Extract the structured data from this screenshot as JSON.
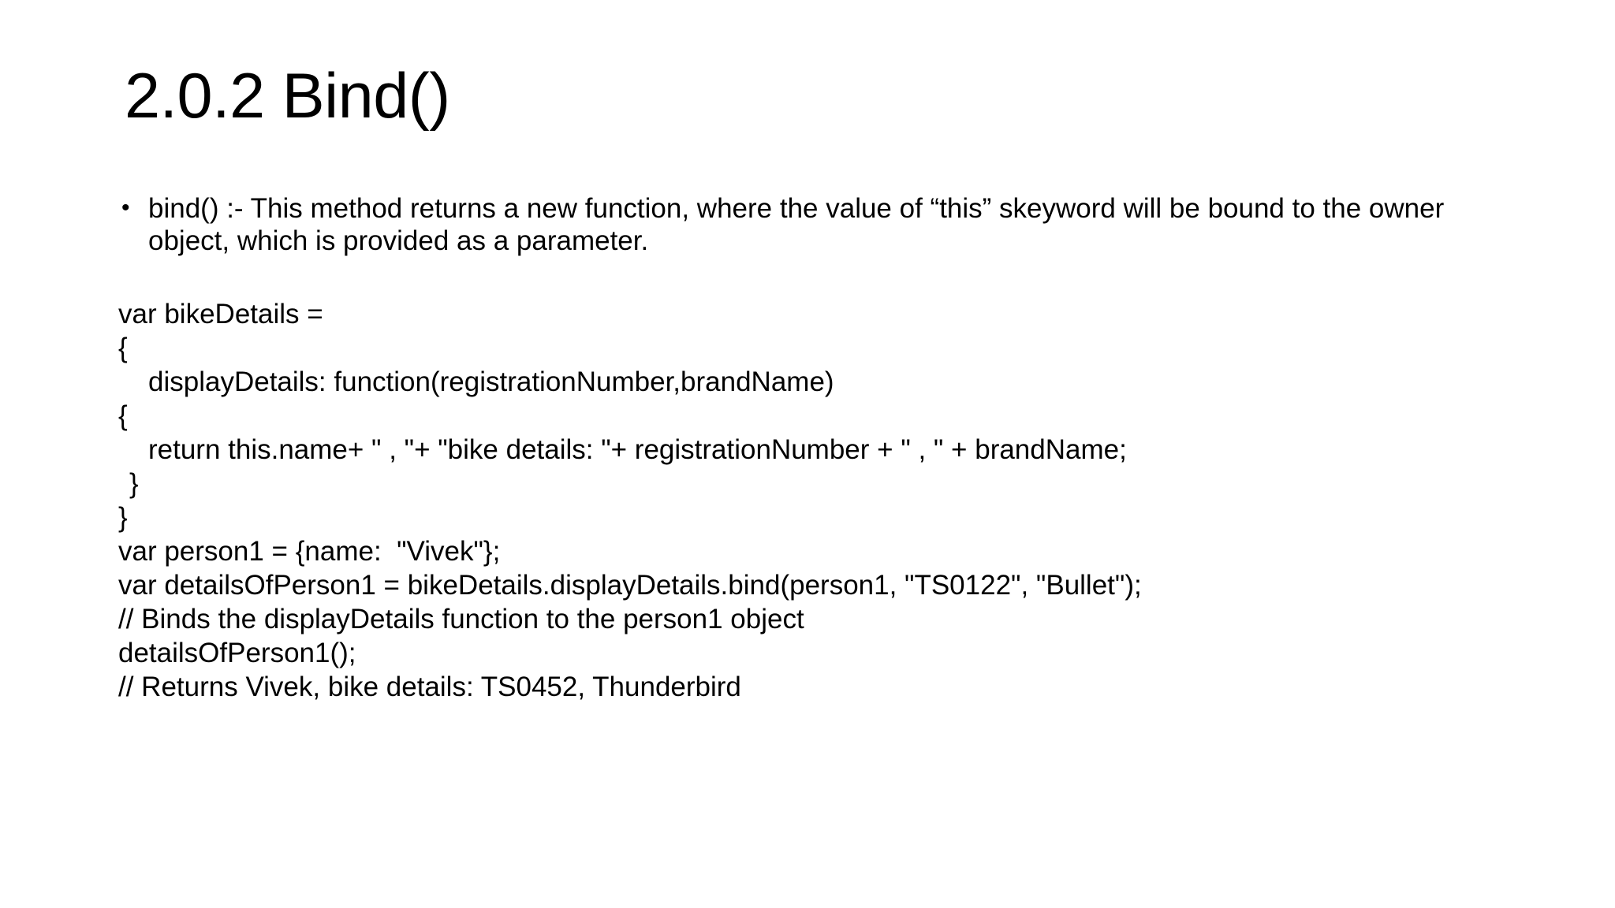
{
  "slide": {
    "title": "2.0.2 Bind()",
    "bullet_marker": "•",
    "bullets": [
      "bind() :- This method returns a new function, where the value of “this” skeyword will be bound to the owner object, which is provided as a parameter."
    ],
    "code_lines": [
      {
        "text": "var bikeDetails =",
        "indent": 0
      },
      {
        "text": "{",
        "indent": 0
      },
      {
        "text": "displayDetails: function(registrationNumber,brandName)",
        "indent": 1
      },
      {
        "text": "{",
        "indent": 0
      },
      {
        "text": "return this.name+ \" , \"+ \"bike details: \"+ registrationNumber + \" , \" + brandName;",
        "indent": 1
      },
      {
        "text": "}",
        "indent": 0.5
      },
      {
        "text": "}",
        "indent": 0
      },
      {
        "text": "var person1 = {name:  \"Vivek\"};",
        "indent": 0
      },
      {
        "text": "var detailsOfPerson1 = bikeDetails.displayDetails.bind(person1, \"TS0122\", \"Bullet\");",
        "indent": 0
      },
      {
        "text": "// Binds the displayDetails function to the person1 object",
        "indent": 0
      },
      {
        "text": "detailsOfPerson1();",
        "indent": 0
      },
      {
        "text": "// Returns Vivek, bike details: TS0452, Thunderbird",
        "indent": 0
      }
    ]
  },
  "colors": {
    "background": "#ffffff",
    "text": "#000000"
  }
}
